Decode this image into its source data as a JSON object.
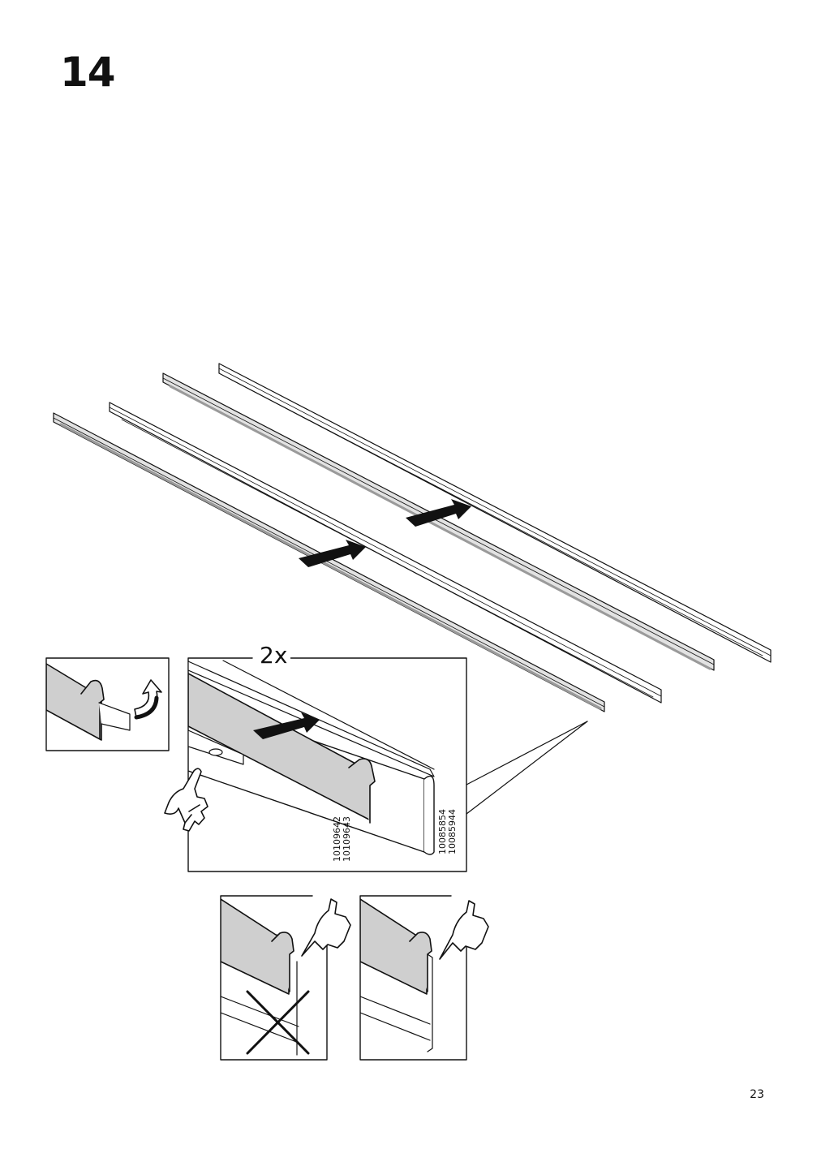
{
  "step": {
    "number": "14"
  },
  "detail": {
    "quantity": "2x",
    "part_a": {
      "code_1": "10109642",
      "code_2": "10109643"
    },
    "part_b": {
      "code_1": "10085854",
      "code_2": "10085944"
    }
  },
  "footer": {
    "page_number": "23"
  },
  "colors": {
    "ink": "#111111",
    "strip_gray": "#cfcfcf",
    "rail_shade": "#bdbdbd"
  },
  "icons": [
    "push-arrow-icon",
    "rotate-arrow-icon",
    "pointing-hand-icon",
    "cross-mark-icon"
  ]
}
